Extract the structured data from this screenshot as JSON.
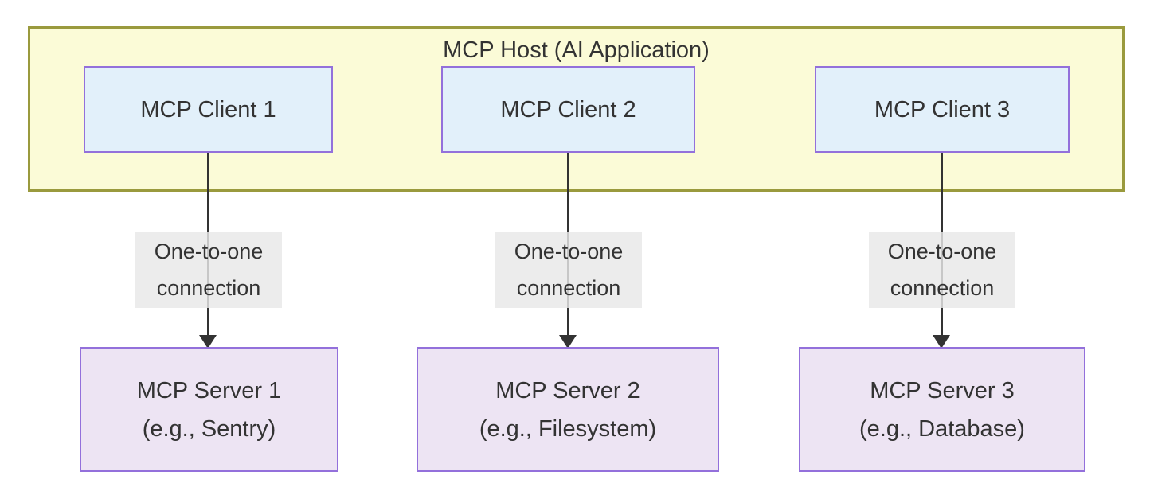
{
  "diagram": {
    "host": {
      "title": "MCP Host (AI Application)"
    },
    "clients": [
      {
        "label": "MCP Client 1"
      },
      {
        "label": "MCP Client 2"
      },
      {
        "label": "MCP Client 3"
      }
    ],
    "connections": [
      {
        "label_line1": "One-to-one",
        "label_line2": "connection"
      },
      {
        "label_line1": "One-to-one",
        "label_line2": "connection"
      },
      {
        "label_line1": "One-to-one",
        "label_line2": "connection"
      }
    ],
    "servers": [
      {
        "name": "MCP Server 1",
        "example": "(e.g., Sentry)"
      },
      {
        "name": "MCP Server 2",
        "example": "(e.g., Filesystem)"
      },
      {
        "name": "MCP Server 3",
        "example": "(e.g., Database)"
      }
    ],
    "colors": {
      "host_fill": "#fbfbd7",
      "host_border": "#9a9a3d",
      "client_fill": "#e2f0fa",
      "client_border": "#9370db",
      "server_fill": "#ede4f3",
      "server_border": "#9370db",
      "edge_label_bg": "#e8e8e8",
      "line": "#333333",
      "text": "#333333",
      "background": "#ffffff"
    }
  }
}
